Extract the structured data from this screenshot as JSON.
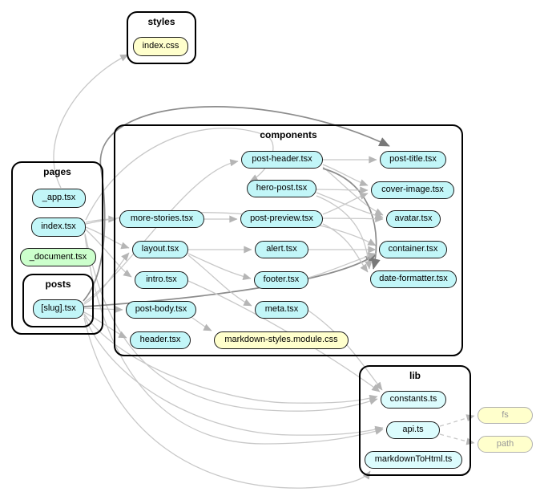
{
  "colors": {
    "background": "#ffffff",
    "cluster-border": "#000000",
    "node-border": "#1a1a1a",
    "node-tsx": "#c2f6f8",
    "node-ts": "#dcfcfd",
    "node-css": "#ffffcc",
    "node-green": "#ccffcc",
    "external-fill": "#ffffcc",
    "external-border": "#b0b0b0",
    "external-text": "#999999",
    "edge": "#c8c8c8",
    "edge-dark": "#8c8c8c",
    "text": "#000000"
  },
  "clusters": [
    {
      "id": "styles",
      "label": "styles"
    },
    {
      "id": "pages",
      "label": "pages"
    },
    {
      "id": "posts",
      "label": "posts"
    },
    {
      "id": "components",
      "label": "components"
    },
    {
      "id": "lib",
      "label": "lib"
    }
  ],
  "nodes": [
    {
      "id": "index-css",
      "label": "index.css",
      "type": "css"
    },
    {
      "id": "app",
      "label": "_app.tsx",
      "type": "tsx"
    },
    {
      "id": "index",
      "label": "index.tsx",
      "type": "tsx"
    },
    {
      "id": "document",
      "label": "_document.tsx",
      "type": "green"
    },
    {
      "id": "slug",
      "label": "[slug].tsx",
      "type": "tsx"
    },
    {
      "id": "more-stories",
      "label": "more-stories.tsx",
      "type": "tsx"
    },
    {
      "id": "layout",
      "label": "layout.tsx",
      "type": "tsx"
    },
    {
      "id": "intro",
      "label": "intro.tsx",
      "type": "tsx"
    },
    {
      "id": "post-body",
      "label": "post-body.tsx",
      "type": "tsx"
    },
    {
      "id": "header",
      "label": "header.tsx",
      "type": "tsx"
    },
    {
      "id": "post-header",
      "label": "post-header.tsx",
      "type": "tsx"
    },
    {
      "id": "hero-post",
      "label": "hero-post.tsx",
      "type": "tsx"
    },
    {
      "id": "post-preview",
      "label": "post-preview.tsx",
      "type": "tsx"
    },
    {
      "id": "alert",
      "label": "alert.tsx",
      "type": "tsx"
    },
    {
      "id": "footer",
      "label": "footer.tsx",
      "type": "tsx"
    },
    {
      "id": "meta",
      "label": "meta.tsx",
      "type": "tsx"
    },
    {
      "id": "markdown-styles",
      "label": "markdown-styles.module.css",
      "type": "css"
    },
    {
      "id": "post-title",
      "label": "post-title.tsx",
      "type": "tsx"
    },
    {
      "id": "cover-image",
      "label": "cover-image.tsx",
      "type": "tsx"
    },
    {
      "id": "avatar",
      "label": "avatar.tsx",
      "type": "tsx"
    },
    {
      "id": "container",
      "label": "container.tsx",
      "type": "tsx"
    },
    {
      "id": "date-formatter",
      "label": "date-formatter.tsx",
      "type": "tsx"
    },
    {
      "id": "constants",
      "label": "constants.ts",
      "type": "ts"
    },
    {
      "id": "api",
      "label": "api.ts",
      "type": "ts"
    },
    {
      "id": "markdown-to-html",
      "label": "markdownToHtml.ts",
      "type": "ts"
    },
    {
      "id": "fs",
      "label": "fs",
      "type": "external"
    },
    {
      "id": "path",
      "label": "path",
      "type": "external"
    }
  ],
  "edges": [
    {
      "from": "app",
      "to": "index-css",
      "style": "normal"
    },
    {
      "from": "index",
      "to": "more-stories",
      "style": "normal"
    },
    {
      "from": "index",
      "to": "layout",
      "style": "normal"
    },
    {
      "from": "index",
      "to": "intro",
      "style": "normal"
    },
    {
      "from": "index",
      "to": "hero-post",
      "style": "normal"
    },
    {
      "from": "index",
      "to": "container",
      "style": "normal"
    },
    {
      "from": "index",
      "to": "constants",
      "style": "normal"
    },
    {
      "from": "index",
      "to": "api",
      "style": "normal"
    },
    {
      "from": "slug",
      "to": "post-body",
      "style": "normal"
    },
    {
      "from": "slug",
      "to": "header",
      "style": "normal"
    },
    {
      "from": "slug",
      "to": "layout",
      "style": "normal"
    },
    {
      "from": "slug",
      "to": "post-header",
      "style": "normal"
    },
    {
      "from": "slug",
      "to": "post-title",
      "style": "dark"
    },
    {
      "from": "slug",
      "to": "container",
      "style": "dark"
    },
    {
      "from": "slug",
      "to": "constants",
      "style": "normal"
    },
    {
      "from": "slug",
      "to": "api",
      "style": "normal"
    },
    {
      "from": "slug",
      "to": "markdown-to-html",
      "style": "normal"
    },
    {
      "from": "more-stories",
      "to": "post-preview",
      "style": "normal"
    },
    {
      "from": "layout",
      "to": "alert",
      "style": "normal"
    },
    {
      "from": "layout",
      "to": "footer",
      "style": "normal"
    },
    {
      "from": "layout",
      "to": "meta",
      "style": "normal"
    },
    {
      "from": "post-body",
      "to": "markdown-styles",
      "style": "normal"
    },
    {
      "from": "intro",
      "to": "constants",
      "style": "normal"
    },
    {
      "from": "meta",
      "to": "constants",
      "style": "normal"
    },
    {
      "from": "post-header",
      "to": "post-title",
      "style": "normal"
    },
    {
      "from": "post-header",
      "to": "cover-image",
      "style": "normal"
    },
    {
      "from": "post-header",
      "to": "avatar",
      "style": "normal"
    },
    {
      "from": "post-header",
      "to": "date-formatter",
      "style": "dark"
    },
    {
      "from": "hero-post",
      "to": "cover-image",
      "style": "normal"
    },
    {
      "from": "hero-post",
      "to": "avatar",
      "style": "normal"
    },
    {
      "from": "hero-post",
      "to": "date-formatter",
      "style": "normal"
    },
    {
      "from": "post-preview",
      "to": "cover-image",
      "style": "normal"
    },
    {
      "from": "post-preview",
      "to": "avatar",
      "style": "normal"
    },
    {
      "from": "post-preview",
      "to": "date-formatter",
      "style": "normal"
    },
    {
      "from": "alert",
      "to": "container",
      "style": "normal"
    },
    {
      "from": "footer",
      "to": "container",
      "style": "normal"
    },
    {
      "from": "api",
      "to": "fs",
      "style": "dashed"
    },
    {
      "from": "api",
      "to": "path",
      "style": "dashed"
    }
  ]
}
